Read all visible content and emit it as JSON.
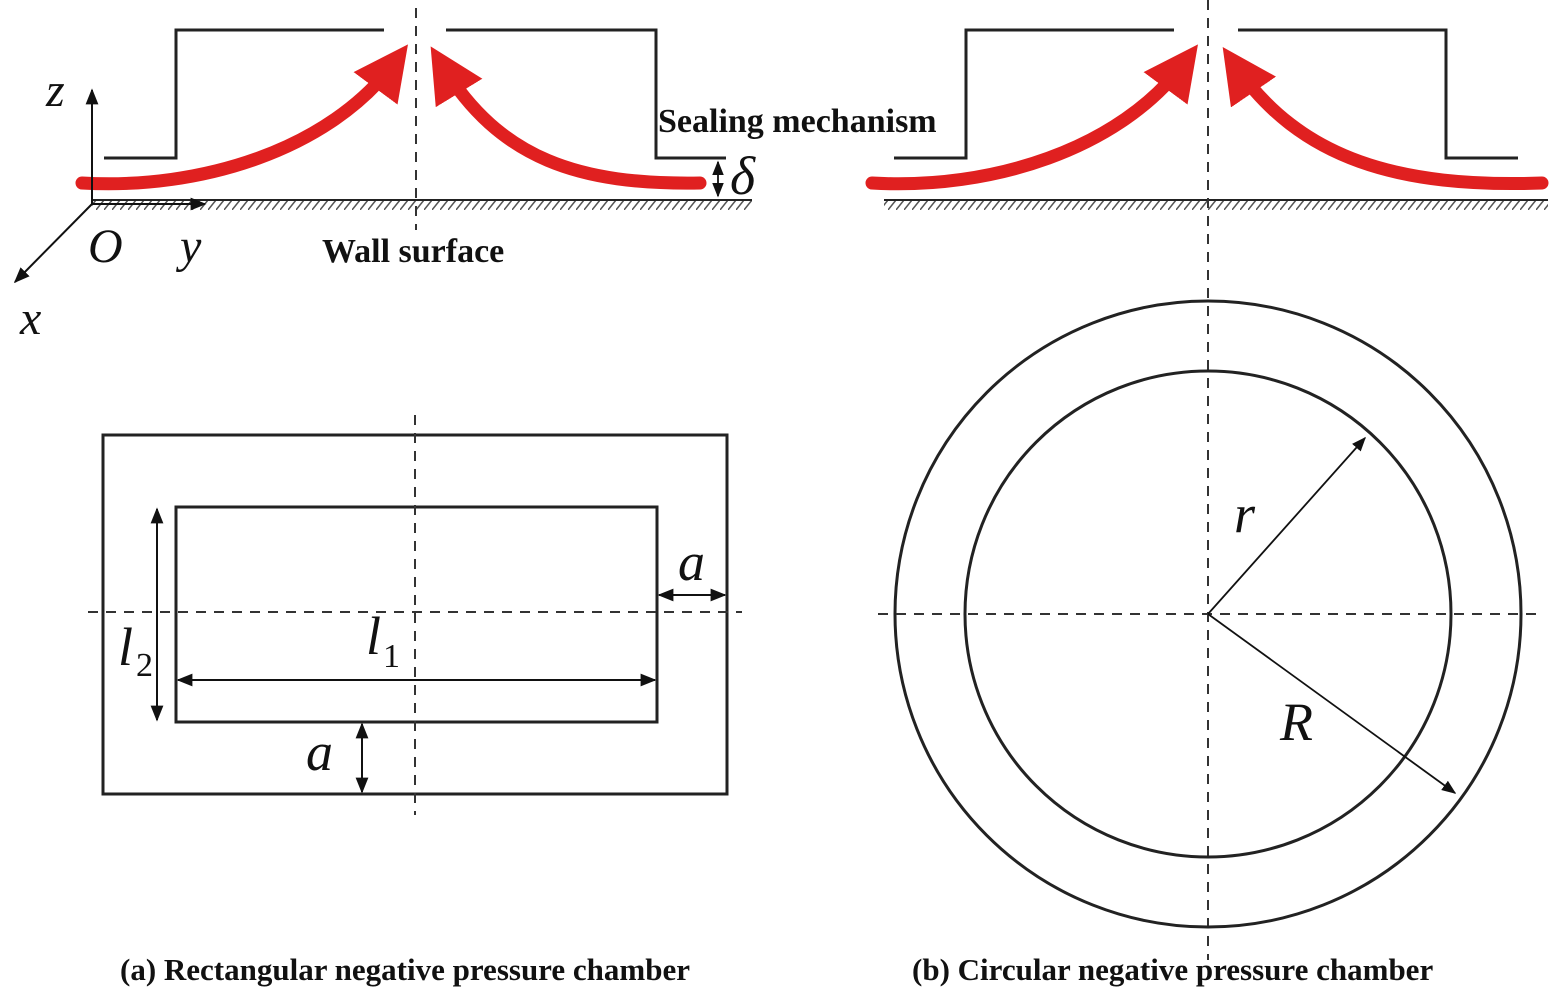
{
  "labels": {
    "sealing_mechanism": "Sealing mechanism",
    "wall_surface": "Wall surface",
    "delta": "δ",
    "axis_z": "z",
    "axis_o": "O",
    "axis_y": "y",
    "axis_x": "x"
  },
  "rect_dims": {
    "l1": "l",
    "l1_sub": "1",
    "l2": "l",
    "l2_sub": "2",
    "a_right": "a",
    "a_bottom": "a"
  },
  "circle_dims": {
    "r": "r",
    "R": "R"
  },
  "captions": {
    "a": "(a) Rectangular negative pressure chamber",
    "b": "(b) Circular negative pressure chamber"
  },
  "colors": {
    "flow_arrow": "#e02020",
    "line": "#222222"
  }
}
